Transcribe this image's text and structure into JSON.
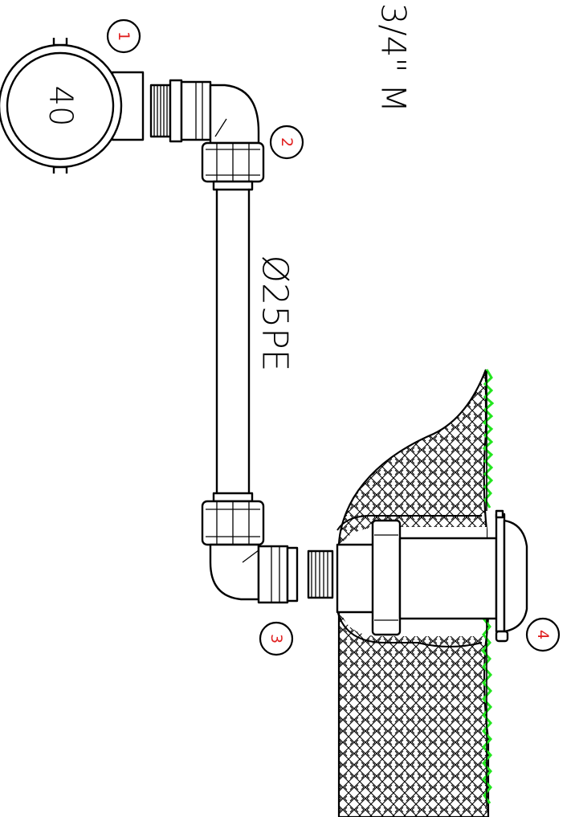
{
  "labels": {
    "thread_spec": "3/4\" M",
    "pipe_spec": "Ø25PE",
    "meter_size": "40"
  },
  "callouts": [
    "1",
    "2",
    "3",
    "4"
  ],
  "colors": {
    "line": "#000000",
    "callout_number": "#e02020",
    "grass": "#22e61e",
    "background": "#ffffff"
  },
  "icons": {
    "water_meter": "water-meter-icon",
    "elbow": "elbow-fitting-icon",
    "valve_box": "valve-box-icon",
    "grass": "grass-icon"
  }
}
